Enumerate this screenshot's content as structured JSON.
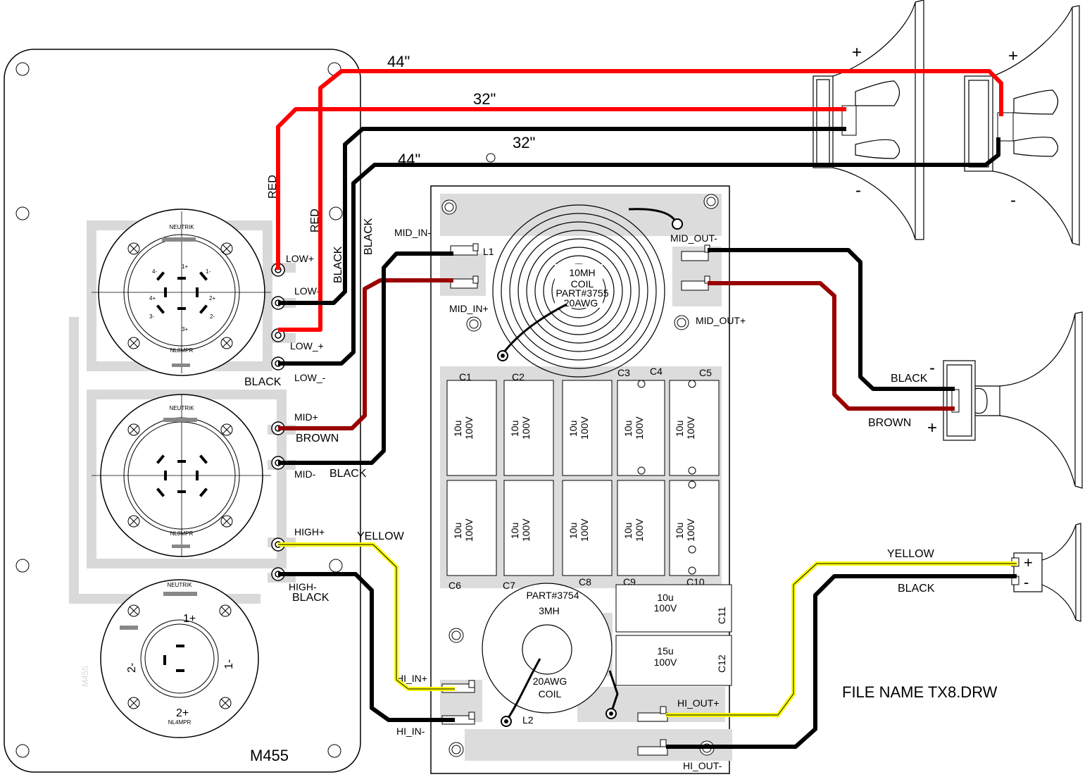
{
  "wire_lengths": {
    "red_long": "44\"",
    "red_short": "32\"",
    "black_short": "32\"",
    "black_long": "44\""
  },
  "wire_colors": {
    "red": "#ff0000",
    "brown": "#990000",
    "yellow": "#ffff00",
    "black": "#000000"
  },
  "wire_labels": {
    "red_1": "RED",
    "red_2": "RED",
    "black_1": "BLACK",
    "black_2": "BLACK",
    "black_low": "BLACK",
    "brown_mid": "BROWN",
    "black_mid": "BLACK",
    "yellow_high": "YELLOW",
    "black_high": "BLACK",
    "black_midspk": "BLACK",
    "brown_midspk": "BROWN",
    "yellow_tw": "YELLOW",
    "black_tw": "BLACK"
  },
  "terminals": {
    "low_p": "LOW+",
    "low_m": "LOW-",
    "low2_p": "LOW_+",
    "low2_m": "LOW_-",
    "mid_p": "MID+",
    "mid_m": "MID-",
    "high_p": "HIGH+",
    "high_m": "HIGH-",
    "mid_in_m": "MID_IN-",
    "mid_in_p": "MID_IN+",
    "mid_out_m": "MID_OUT-",
    "mid_out_p": "MID_OUT+",
    "hi_in_p": "HI_IN+",
    "hi_in_m": "HI_IN-",
    "hi_out_p": "HI_OUT+",
    "hi_out_m": "HI_OUT-"
  },
  "coil1": {
    "line1": "10MH",
    "line2": "COIL",
    "line3": "PART#3755",
    "line4": "20AWG",
    "ref": "L1"
  },
  "coil2": {
    "part": "PART#3754",
    "value": "3MH",
    "gauge": "20AWG",
    "type": "COIL",
    "ref": "L2"
  },
  "capacitors": {
    "refs_top": [
      "C1",
      "C2",
      "C3",
      "C4",
      "C5"
    ],
    "refs_bottom": [
      "C6",
      "C7",
      "C8",
      "C9",
      "C10"
    ],
    "cap_value": "10u",
    "cap_voltage": "100V",
    "c11": {
      "ref": "C11",
      "value": "10u",
      "voltage": "100V"
    },
    "c12": {
      "ref": "C12",
      "value": "15u",
      "voltage": "100V"
    }
  },
  "connectors": {
    "brand": "NEUTRIK",
    "model8": "NL8MPR",
    "model4": "NL4MPR",
    "pins8": [
      "1+",
      "1-",
      "2+",
      "2-",
      "3+",
      "3-",
      "4+",
      "4-"
    ],
    "pins4": [
      "1+",
      "1-",
      "2+",
      "2-"
    ]
  },
  "plate": {
    "model": "M455"
  },
  "polarity": {
    "plus": "+",
    "minus": "-"
  },
  "file_name": "FILE NAME TX8.DRW"
}
